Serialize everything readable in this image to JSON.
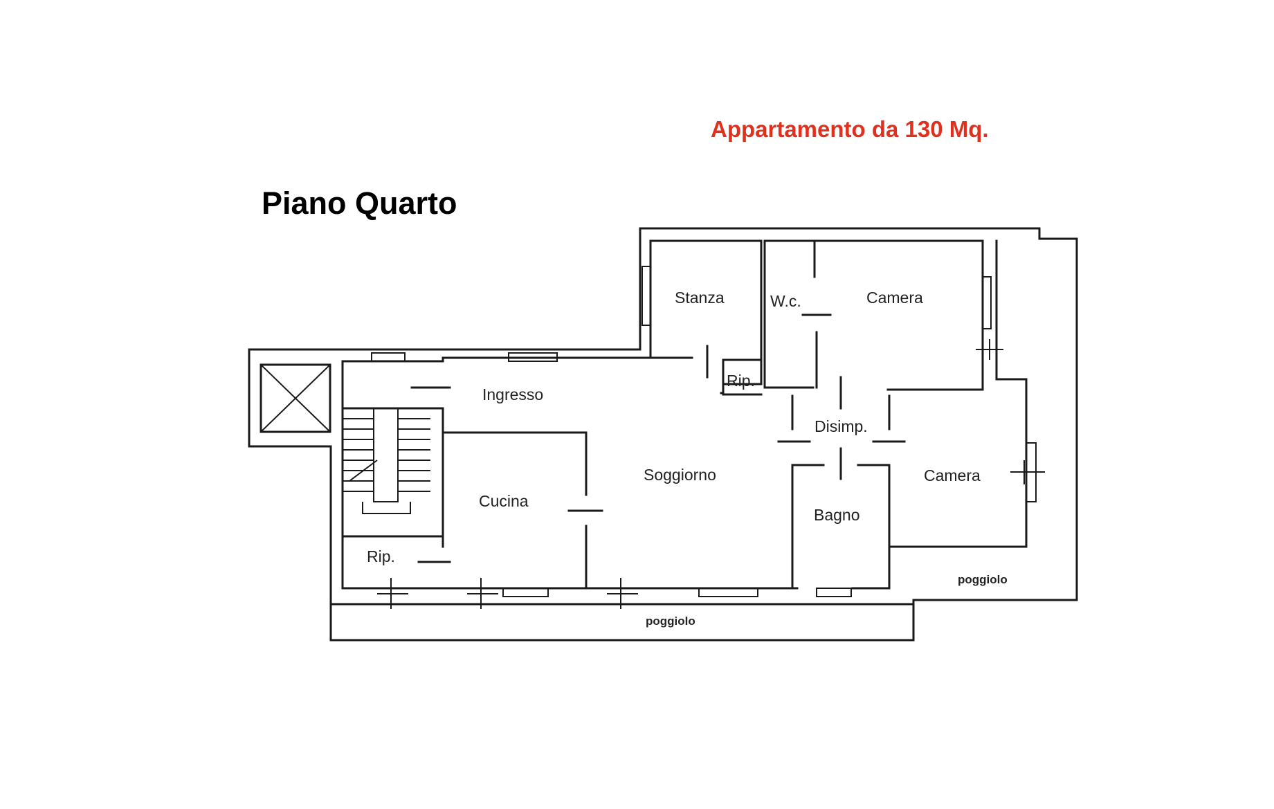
{
  "header": {
    "headline": "Appartamento da 130 Mq.",
    "floor_title": "Piano Quarto",
    "headline_color": "#e0301e"
  },
  "rooms": {
    "stanza": "Stanza",
    "wc": "W.c.",
    "camera_top": "Camera",
    "ingresso": "Ingresso",
    "rip_top": "Rip.",
    "disimp": "Disimp.",
    "soggiorno": "Soggiorno",
    "cucina": "Cucina",
    "camera_right": "Camera",
    "bagno": "Bagno",
    "rip_bottom": "Rip."
  },
  "balconies": {
    "bottom": "poggiolo",
    "right": "poggiolo"
  }
}
